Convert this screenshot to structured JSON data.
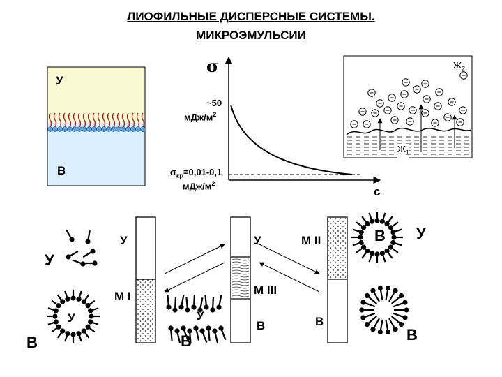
{
  "title": {
    "line1": "ЛИОФИЛЬНЫЕ ДИСПЕРСНЫЕ СИСТЕМЫ.",
    "line2": "МИКРОЭМУЛЬСИИ"
  },
  "interface_panel": {
    "oil_label": "У",
    "water_label": "В",
    "colors": {
      "oil": "#fafad2",
      "water": "#dcefff",
      "surfactant_head": "#5aa0d8",
      "surfactant_tail": "#b02020"
    }
  },
  "tension_chart": {
    "y_axis_symbol": "σ",
    "x_axis_symbol": "c",
    "upper_value": "~50",
    "upper_unit": "мДж/м",
    "upper_unit_sup": "2",
    "critical_symbol": "σ",
    "critical_sub": "кр",
    "critical_value": "=0,01-0,1",
    "critical_unit": "мДж/м",
    "critical_unit_sup": "2"
  },
  "phase_panel": {
    "upper_phase": "Ж",
    "upper_phase_sub": "2",
    "lower_phase": "Ж",
    "lower_phase_sub": "1"
  },
  "bottom": {
    "left_oil_big": "У",
    "left_oil_small": "У",
    "left_water": "В",
    "tube1_top": "У",
    "tube1_phase": "М I",
    "tube2_top": "У",
    "tube2_phase": "М III",
    "tube2_bottom": "В",
    "tube3_phase": "М II",
    "tube3_bottom": "В",
    "middle_oil_small": "У",
    "middle_water": "В",
    "right_water_in_micelle": "В",
    "right_oil": "У",
    "right_water": "В"
  }
}
